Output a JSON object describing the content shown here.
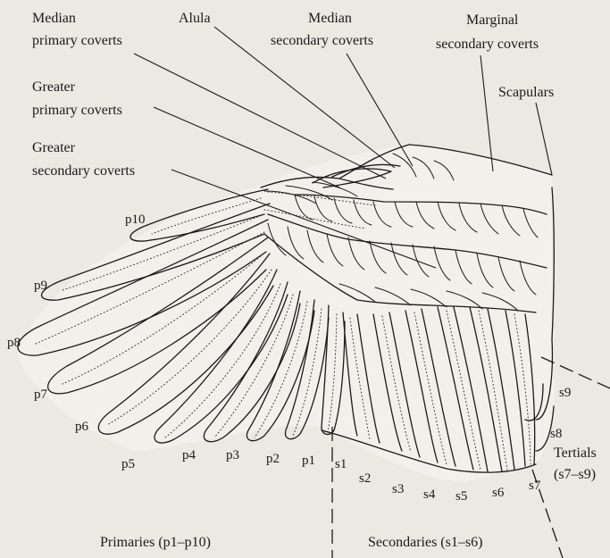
{
  "labels": {
    "median_primary_coverts": [
      "Median",
      "primary coverts"
    ],
    "alula": "Alula",
    "median_secondary_coverts": [
      "Median",
      "secondary coverts"
    ],
    "marginal_secondary_coverts": [
      "Marginal",
      "secondary coverts"
    ],
    "greater_primary_coverts": [
      "Greater",
      "primary coverts"
    ],
    "scapulars": "Scapulars",
    "greater_secondary_coverts": [
      "Greater",
      "secondary coverts"
    ],
    "tertials": [
      "Tertials",
      "(s7–s9)"
    ],
    "primaries": "Primaries (p1–p10)",
    "secondaries": "Secondaries (s1–s6)"
  },
  "primaries": [
    "p10",
    "p9",
    "p8",
    "p7",
    "p6",
    "p5",
    "p4",
    "p3",
    "p2",
    "p1"
  ],
  "secondaries": [
    "s1",
    "s2",
    "s3",
    "s4",
    "s5",
    "s6"
  ],
  "tertials": [
    "s7",
    "s8",
    "s9"
  ]
}
